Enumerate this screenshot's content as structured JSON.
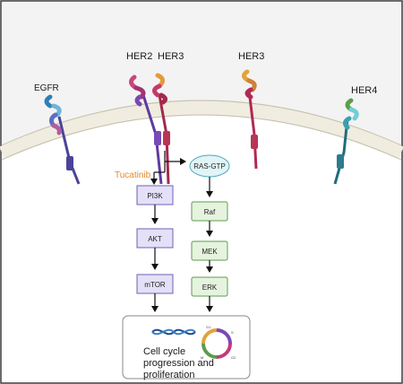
{
  "receptors": {
    "egfr": "EGFR",
    "her2": "HER2",
    "her3_pair": "HER3",
    "her3": "HER3",
    "her4": "HER4"
  },
  "drug": "Tucatinib",
  "pi3k_pathway": [
    "PI3K",
    "AKT",
    "mTOR"
  ],
  "mapk_pathway": [
    "RAS-GTP",
    "Raf",
    "MEK",
    "ERK"
  ],
  "outcome": [
    "Cell cycle",
    "progression and",
    "proliferation"
  ],
  "cycle_labels": [
    "G1",
    "S",
    "G2",
    "M"
  ],
  "colors": {
    "membrane": "#f0ecdf",
    "membrane_edge": "#c8c2ad",
    "pi3k_box_fill": "#e4e0f7",
    "pi3k_box_stroke": "#6e62b4",
    "mapk_box_fill": "#e5f3df",
    "mapk_box_stroke": "#5d9c4c",
    "ras_fill": "#e1f4f7",
    "ras_stroke": "#4fa9bc",
    "drug_text": "#e28a2c",
    "egfr": "#4a4499",
    "her2": "#9d2d6a",
    "her3": "#b02a52",
    "her4": "#226a7c"
  }
}
